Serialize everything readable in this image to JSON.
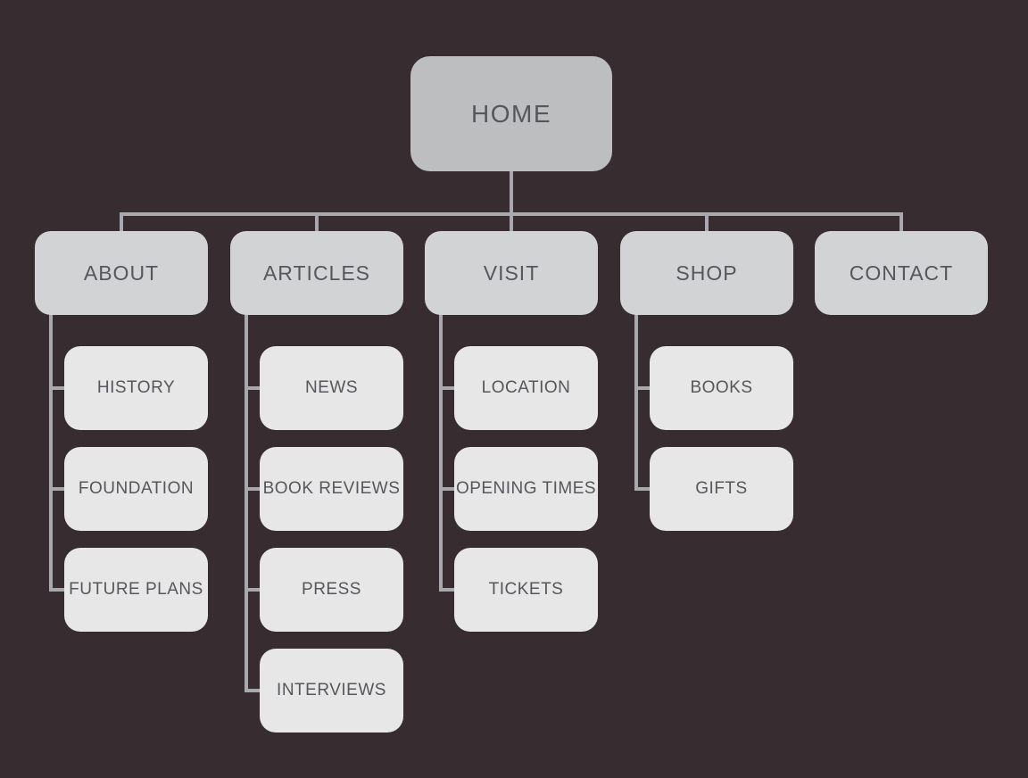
{
  "diagram": {
    "root": {
      "label": "HOME"
    },
    "sections": [
      {
        "label": "ABOUT",
        "children": [
          {
            "label": "HISTORY"
          },
          {
            "label": "FOUNDATION"
          },
          {
            "label": "FUTURE PLANS"
          }
        ]
      },
      {
        "label": "ARTICLES",
        "children": [
          {
            "label": "NEWS"
          },
          {
            "label": "BOOK REVIEWS"
          },
          {
            "label": "PRESS"
          },
          {
            "label": "INTERVIEWS"
          }
        ]
      },
      {
        "label": "VISIT",
        "children": [
          {
            "label": "LOCATION"
          },
          {
            "label": "OPENING TIMES"
          },
          {
            "label": "TICKETS"
          }
        ]
      },
      {
        "label": "SHOP",
        "children": [
          {
            "label": "BOOKS"
          },
          {
            "label": "GIFTS"
          }
        ]
      },
      {
        "label": "CONTACT",
        "children": []
      }
    ],
    "colors": {
      "background": "#372c2f",
      "root_box": "#bcbec0",
      "section_box": "#d1d3d4",
      "child_box": "#e7e7e8",
      "connector": "#a7a9ac",
      "text": "#56575b"
    }
  }
}
